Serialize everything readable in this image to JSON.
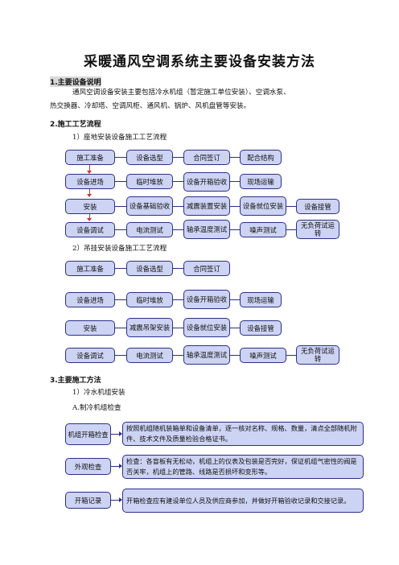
{
  "title": "采暖通风空调系统主要设备安装方法",
  "section1": {
    "heading": "1.主要设备说明",
    "para1": "通风空调设备安装主要包括冷水机组（暂定施工单位安装）、空调水泵、",
    "para2": "热交换器、冷却塔、空调风柜、通风机、锅炉、风机盘管等安装。"
  },
  "section2": {
    "heading": "2.施工工艺流程",
    "sub1": "1）座地安装设备施工工艺流程",
    "sub2": "2）吊挂安装设备施工工艺流程"
  },
  "flow1": {
    "row1": [
      "施工准备",
      "设备选型",
      "合同签订",
      "配合结构"
    ],
    "row2": [
      "设备进场",
      "临时堆放",
      "设备开箱验收",
      "现场运输"
    ],
    "row3": [
      "安装",
      "设备基础验收",
      "减震装置安装",
      "设备就位安装",
      "设备接管"
    ],
    "row4": [
      "设备调试",
      "电流测试",
      "轴承温度测试",
      "噪声测试",
      "无负荷试运转"
    ]
  },
  "flow2": {
    "row1": [
      "施工准备",
      "设备选型",
      "合同签订"
    ],
    "row2": [
      "设备进场",
      "临时堆放",
      "设备开箱验收",
      "现场运输"
    ],
    "row3": [
      "安装",
      "减震吊架安装",
      "设备就位安装",
      "设备接管"
    ],
    "row4": [
      "设备调试",
      "电流测试",
      "轴承温度测试",
      "噪声测试",
      "无负荷试运转"
    ]
  },
  "section3": {
    "heading": "3.主要施工方法",
    "sub1": "1）冷水机组安装",
    "sub2": "A.制冷机组检查"
  },
  "check_flow": [
    {
      "label": "机组开箱检查",
      "text": "按照机组随机装箱单和设备清单，逐一核对名称、规格、数量，清点全部随机附件、技术文件及质量检验合格证书。"
    },
    {
      "label": "外观检查",
      "text": "检查：各盲板有无松动，机组上的仪表及包装是否完好，保证机组气密性的阀是否关牢，机组上的管路、线路是否损坏和变形等。"
    },
    {
      "label": "开箱记录",
      "text": "开箱检查应有建设单位人员及供应商参加，并做好开箱验收记录和交接记录。"
    }
  ],
  "colors": {
    "box_fill": "#cdd3f3",
    "box_border": "#2b2f8a",
    "arrow": "#c0392b"
  }
}
